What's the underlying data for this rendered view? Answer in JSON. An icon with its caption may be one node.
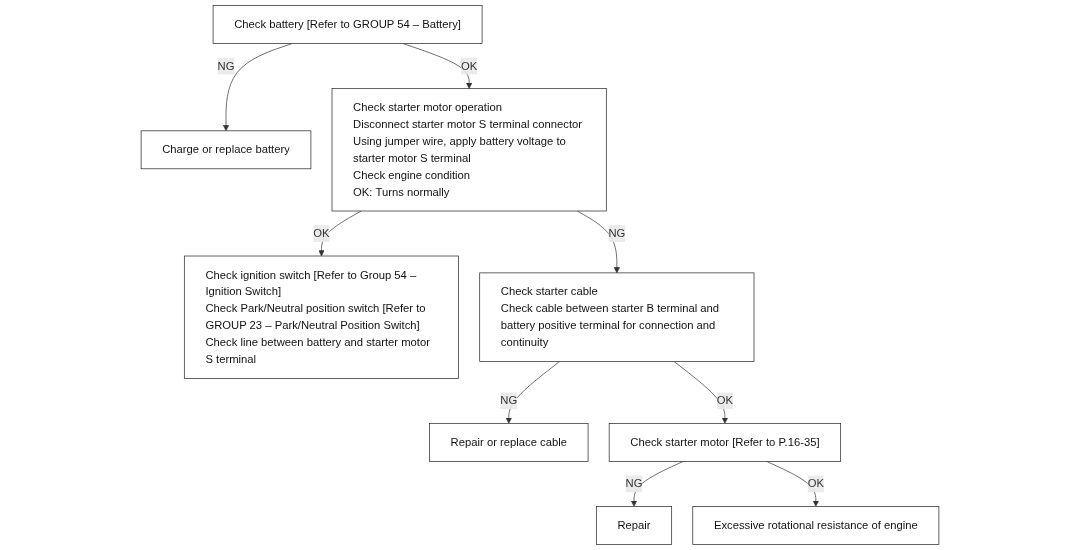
{
  "diagram": {
    "nodes": [
      {
        "text": [
          "Check battery [Refer to GROUP 54 – Battery]"
        ]
      },
      {
        "text": [
          "Charge or replace battery"
        ]
      },
      {
        "text": [
          "Check starter motor operation",
          "Disconnect starter motor S terminal connector",
          "Using jumper wire, apply battery voltage to starter motor S terminal",
          "Check engine condition",
          "OK: Turns normally"
        ]
      },
      {
        "text": [
          "Check ignition switch [Refer to Group 54 – Ignition Switch]",
          "Check Park/Neutral position switch [Refer to GROUP 23 – Park/Neutral Position Switch]",
          "Check line between battery and starter motor S terminal"
        ]
      },
      {
        "text": [
          "Check starter cable",
          "Check cable between starter B terminal and battery positive terminal for connection and continuity"
        ]
      },
      {
        "text": [
          "Repair or replace cable"
        ]
      },
      {
        "text": [
          "Check starter motor [Refer to P.16-35]"
        ]
      },
      {
        "text": [
          "Repair"
        ]
      },
      {
        "text": [
          "Excessive rotational resistance of engine"
        ]
      }
    ],
    "edges": [
      {
        "from": 0,
        "to": 1,
        "arrow": "to",
        "label": "NG"
      },
      {
        "from": 0,
        "to": 2,
        "arrow": "to",
        "label": "OK"
      },
      {
        "from": 2,
        "to": 3,
        "arrow": "to",
        "label": "OK"
      },
      {
        "from": 2,
        "to": 4,
        "arrow": "to",
        "label": "NG"
      },
      {
        "from": 4,
        "to": 5,
        "arrow": "to",
        "label": "NG"
      },
      {
        "from": 4,
        "to": 6,
        "arrow": "to",
        "label": "OK"
      },
      {
        "from": 6,
        "to": 7,
        "arrow": "to",
        "label": "NG"
      },
      {
        "from": 6,
        "to": 8,
        "arrow": "to",
        "label": "OK"
      }
    ]
  }
}
